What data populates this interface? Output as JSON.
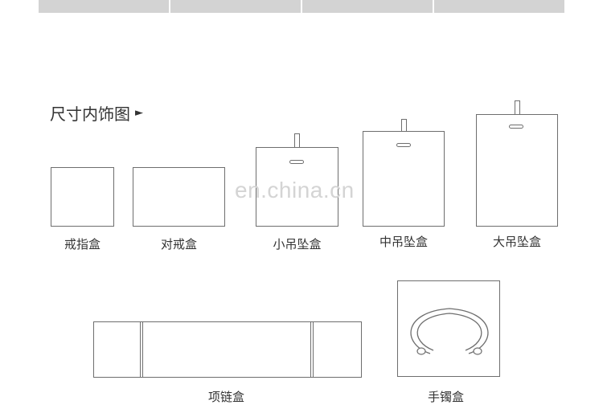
{
  "section": {
    "title": "尺寸内饰图",
    "arrow": "►"
  },
  "watermark": "en.china.cn",
  "boxes": [
    {
      "label": "戒指盒"
    },
    {
      "label": "对戒盒"
    },
    {
      "label": "小吊坠盒"
    },
    {
      "label": "中吊坠盒"
    },
    {
      "label": "大吊坠盒"
    },
    {
      "label": "项链盒"
    },
    {
      "label": "手镯盒"
    }
  ],
  "icons": [
    "bracelet-icon"
  ]
}
